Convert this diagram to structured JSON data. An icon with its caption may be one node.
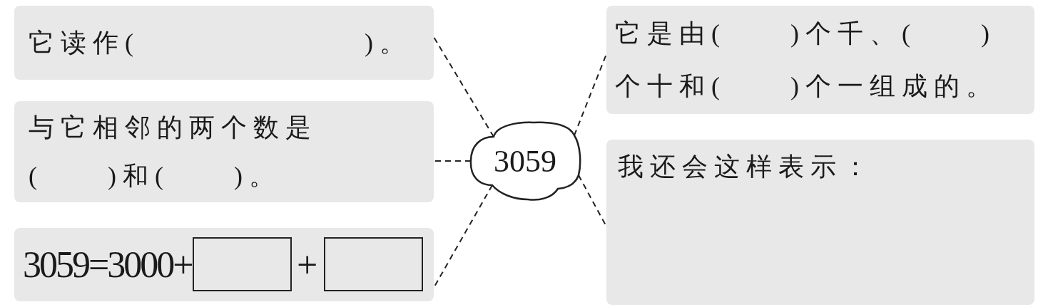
{
  "diagram": {
    "nodes": [
      {
        "text": [
          "它读作(　　　　　　　)。"
        ]
      },
      {
        "text": [
          "与它相邻的两个数是(　　)和(　　)。"
        ]
      },
      {
        "text": [
          "3059=3000+",
          "+"
        ]
      },
      {
        "text": [
          "3059"
        ]
      },
      {
        "text": [
          "它是由(　　)个千、(　　)个十和(　　)个一组成的。"
        ]
      },
      {
        "text": [
          "我还会这样表示："
        ]
      }
    ],
    "edges": [
      {
        "from": 3,
        "to": 0,
        "arrow": "none",
        "style": "dashed"
      },
      {
        "from": 3,
        "to": 1,
        "arrow": "none",
        "style": "dashed"
      },
      {
        "from": 3,
        "to": 2,
        "arrow": "none",
        "style": "dashed"
      },
      {
        "from": 3,
        "to": 4,
        "arrow": "none",
        "style": "dashed"
      },
      {
        "from": 3,
        "to": 5,
        "arrow": "none",
        "style": "dashed"
      }
    ]
  }
}
